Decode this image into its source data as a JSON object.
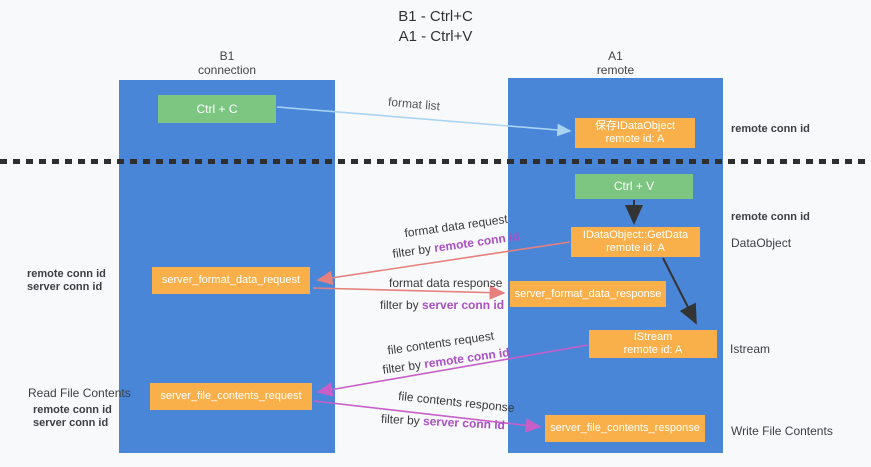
{
  "title": {
    "line1": "B1 - Ctrl+C",
    "line2": "A1 - Ctrl+V"
  },
  "lanes": {
    "left": {
      "name": "B1",
      "role": "connection"
    },
    "right": {
      "name": "A1",
      "role": "remote"
    }
  },
  "nodes": {
    "ctrl_c": {
      "label": "Ctrl + C"
    },
    "save_idataobject": {
      "line1": "保存IDataObject",
      "line2": "remote id: A"
    },
    "ctrl_v": {
      "label": "Ctrl + V"
    },
    "getdata": {
      "line1": "IDataObject::GetData",
      "line2": "remote id: A"
    },
    "format_request": {
      "label": "server_format_data_request"
    },
    "format_response": {
      "label": "server_format_data_response"
    },
    "istream": {
      "line1": "IStream",
      "line2": "remote id: A"
    },
    "file_request": {
      "label": "server_file_contents_request"
    },
    "file_response": {
      "label": "server_file_contents_response"
    }
  },
  "edge_labels": {
    "format_list": "format list",
    "format_request": "format data request",
    "format_request_filter_prefix": "filter by ",
    "format_request_filter_key": "remote conn id",
    "format_response": "format data response",
    "format_response_filter_prefix": "filter by ",
    "format_response_filter_key": "server conn id",
    "file_request": "file contents request",
    "file_request_filter_prefix": "filter by ",
    "file_request_filter_key": "remote conn id",
    "file_response": "file contents response",
    "file_response_filter_prefix": "filter by ",
    "file_response_filter_key": "server conn id"
  },
  "annotations": {
    "left_format_remote": "remote conn id",
    "left_format_server": "server conn id",
    "left_file_title": "Read File Contents",
    "left_file_remote": "remote conn id",
    "left_file_server": "server conn id",
    "right_top_remote": "remote conn id",
    "right_mid_remote": "remote conn id",
    "right_dataobject": "DataObject",
    "right_istream": "Istream",
    "right_write": "Write File Contents"
  },
  "colors": {
    "lane_blue": "#4a86d8",
    "node_orange": "#f9b04a",
    "node_green": "#7dc682",
    "accent_purple": "#ab4fc7",
    "accent_green": "#57b957",
    "arrow_salmon": "#e5807d",
    "arrow_magenta": "#c85fc8",
    "arrow_blue": "#a8d3f2",
    "arrow_black": "#333333"
  }
}
